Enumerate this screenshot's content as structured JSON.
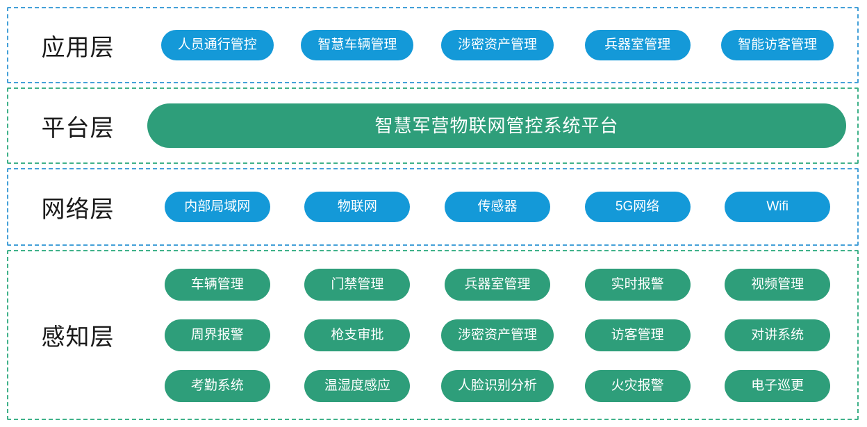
{
  "colors": {
    "pill_blue": "#1499d8",
    "pill_green": "#2e9e7a",
    "border_blue": "#44a0d8",
    "border_green": "#3fb189",
    "label_text": "#1a1a1a",
    "pill_text": "#ffffff"
  },
  "layers": {
    "application": {
      "label": "应用层",
      "items": [
        "人员通行管控",
        "智慧车辆管理",
        "涉密资产管理",
        "兵器室管理",
        "智能访客管理"
      ]
    },
    "platform": {
      "label": "平台层",
      "bar": "智慧军营物联网管控系统平台"
    },
    "network": {
      "label": "网络层",
      "items": [
        "内部局域网",
        "物联网",
        "传感器",
        "5G网络",
        "Wifi"
      ]
    },
    "perception": {
      "label": "感知层",
      "rows": [
        [
          "车辆管理",
          "门禁管理",
          "兵器室管理",
          "实时报警",
          "视频管理"
        ],
        [
          "周界报警",
          "枪支审批",
          "涉密资产管理",
          "访客管理",
          "对讲系统"
        ],
        [
          "考勤系统",
          "温湿度感应",
          "人脸识别分析",
          "火灾报警",
          "电子巡更"
        ]
      ]
    }
  }
}
